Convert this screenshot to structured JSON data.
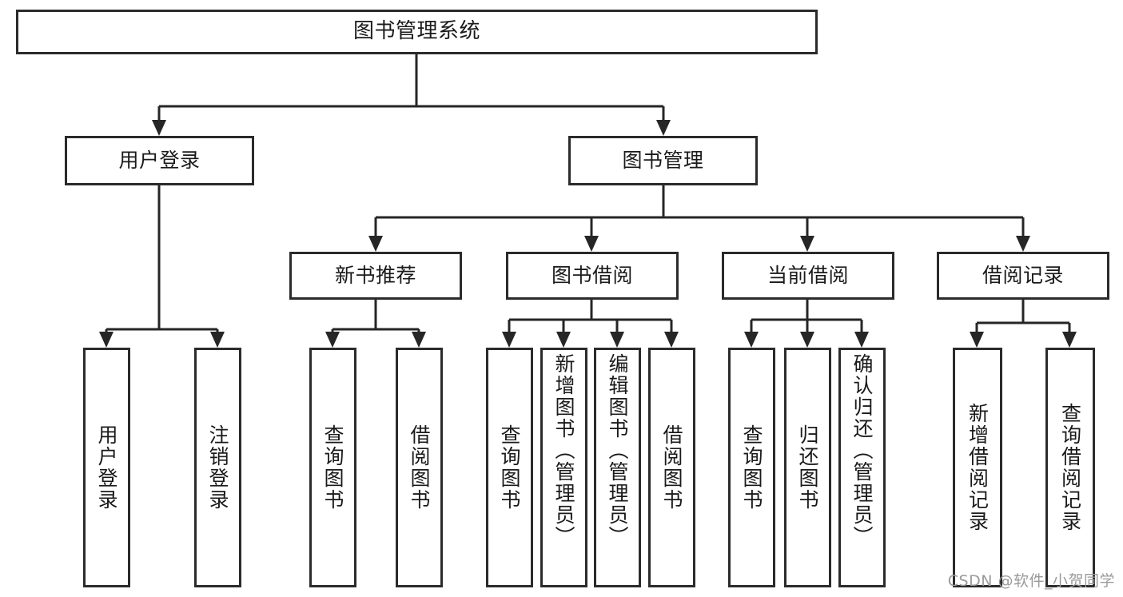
{
  "diagram": {
    "title": "图书管理系统",
    "type": "tree",
    "colors": {
      "box_border": "#2b2b2b",
      "box_fill": "#ffffff",
      "connector": "#262626",
      "text": "#1a1a1a",
      "watermark": "#9a9a9a",
      "background": "#ffffff"
    },
    "root": {
      "label": "图书管理系统"
    },
    "level2": [
      {
        "label": "用户登录"
      },
      {
        "label": "图书管理"
      }
    ],
    "level3": [
      {
        "label": "新书推荐"
      },
      {
        "label": "图书借阅"
      },
      {
        "label": "当前借阅"
      },
      {
        "label": "借阅记录"
      }
    ],
    "leaves": [
      {
        "label": "用户登录",
        "parent": "用户登录"
      },
      {
        "label": "注销登录",
        "parent": "用户登录"
      },
      {
        "label": "查询图书",
        "parent": "新书推荐"
      },
      {
        "label": "借阅图书",
        "parent": "新书推荐"
      },
      {
        "label": "查询图书",
        "parent": "图书借阅"
      },
      {
        "label": "新增图书（管理员）",
        "parent": "图书借阅"
      },
      {
        "label": "编辑图书（管理员）",
        "parent": "图书借阅"
      },
      {
        "label": "借阅图书",
        "parent": "图书借阅"
      },
      {
        "label": "查询图书",
        "parent": "当前借阅"
      },
      {
        "label": "归还图书",
        "parent": "当前借阅"
      },
      {
        "label": "确认归还（管理员）",
        "parent": "当前借阅"
      },
      {
        "label": "新增借阅记录",
        "parent": "借阅记录"
      },
      {
        "label": "查询借阅记录",
        "parent": "借阅记录"
      }
    ]
  },
  "watermark": {
    "text": "CSDN @软件_小贺同学"
  }
}
